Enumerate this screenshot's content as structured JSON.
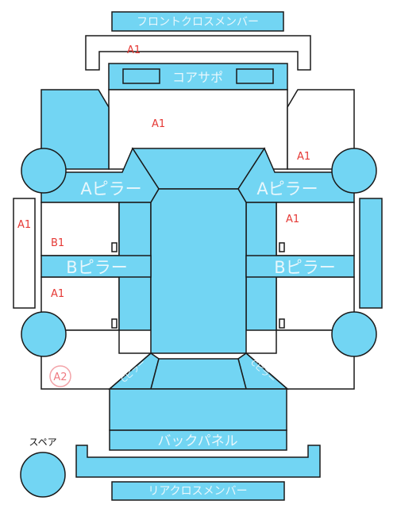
{
  "labels": {
    "front_cross_member": "フロントクロスメンバー",
    "core_support": "コアサポ",
    "a_pillar_left": "Aピラー",
    "a_pillar_right": "Aピラー",
    "b_pillar_left": "Bピラー",
    "b_pillar_right": "Bピラー",
    "back_panel": "バックパネル",
    "rear_cross_member": "リアクロスメンバー",
    "spare": "スペア",
    "c_pillar_left": "Cピラー",
    "c_pillar_right": "Cピラー"
  },
  "markers": {
    "front_member": "A1",
    "core_area": "A1",
    "right_front": "A1",
    "left_side": "A1",
    "right_mid": "A1",
    "left_b": "B1",
    "left_rear": "A1",
    "left_rear_circle": "A2"
  },
  "colors": {
    "fill": "#72d5f3",
    "fill_light": "#8ddff6",
    "stroke": "#1a1a1a",
    "label_text": "#e8f7fc",
    "marker_red": "#e53935",
    "circle_marker": "#f3a3a8"
  }
}
